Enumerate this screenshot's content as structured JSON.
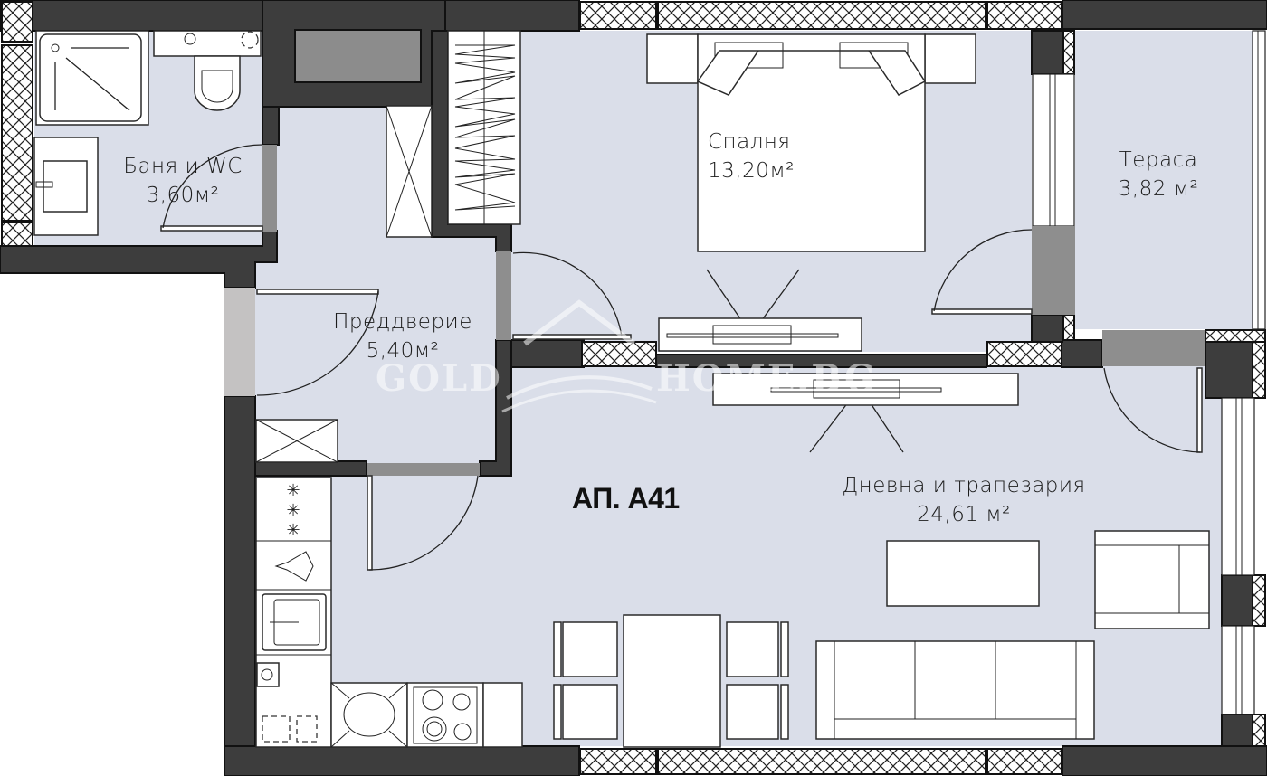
{
  "plan": {
    "apartment_label": "АП. А41",
    "watermark": {
      "left_text": "GOLD",
      "right_text": "HOME.BG"
    },
    "colors": {
      "floor": "#dadee9",
      "wall": "#3d3d3d",
      "opening": "#8e8e8e",
      "furniture": "#ffffff",
      "outline": "#111111"
    },
    "rooms": [
      {
        "id": "bathroom",
        "name": "Баня и WC",
        "area": "3,60м²"
      },
      {
        "id": "bedroom",
        "name": "Спалня",
        "area": "13,20м²"
      },
      {
        "id": "terrace",
        "name": "Тераса",
        "area": "3,82 м²"
      },
      {
        "id": "hallway",
        "name": "Преддверие",
        "area": "5,40м²"
      },
      {
        "id": "living",
        "name": "Дневна и трапезария",
        "area": "24,61 м²"
      }
    ]
  }
}
